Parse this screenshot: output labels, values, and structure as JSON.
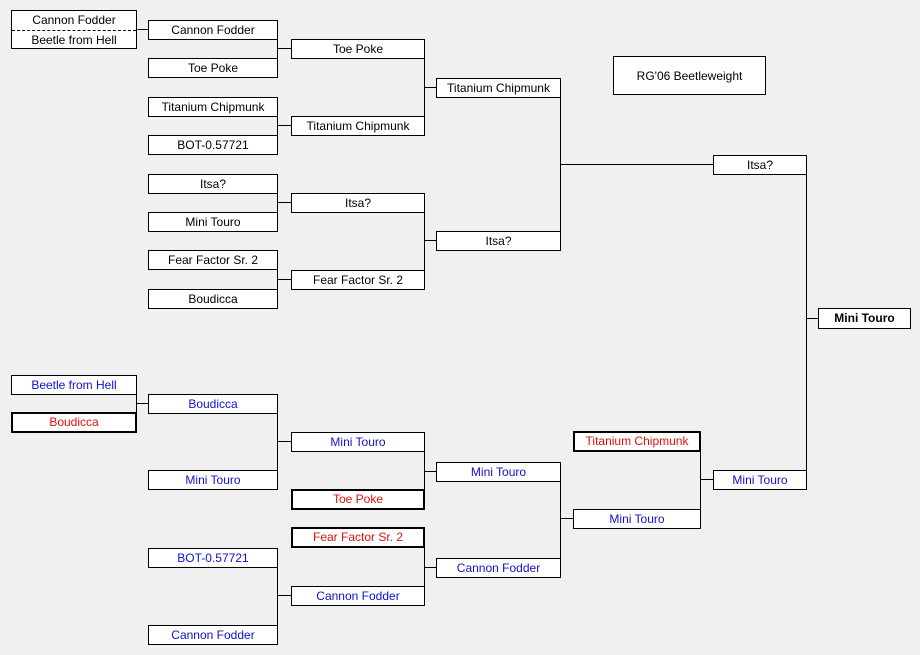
{
  "title": "RG'06 Beetleweight",
  "colors": {
    "blue": "#1010d0",
    "red": "#e01010",
    "black": "#000000"
  },
  "first_round_pair": {
    "top": "Cannon Fodder",
    "bottom": "Beetle from Hell"
  },
  "winners": {
    "r1": [
      "Cannon Fodder",
      "Toe Poke",
      "Titanium Chipmunk",
      "BOT-0.57721",
      "Itsa?",
      "Mini Touro",
      "Fear Factor Sr. 2",
      "Boudicca"
    ],
    "r2": [
      "Toe Poke",
      "Titanium Chipmunk",
      "Itsa?",
      "Fear Factor Sr. 2"
    ],
    "r3": [
      "Titanium Chipmunk",
      "Itsa?"
    ],
    "r4": "Itsa?"
  },
  "losers": {
    "r1_top": "Beetle from Hell",
    "r1_bottom": "Boudicca",
    "r2": [
      "Boudicca",
      "Mini Touro"
    ],
    "r3": "Mini Touro",
    "r3_drop": "Toe Poke",
    "fff_drop": "Fear Factor Sr. 2",
    "r4": [
      "BOT-0.57721",
      "Cannon Fodder"
    ],
    "r4_winner": "Cannon Fodder",
    "r5": "Cannon Fodder",
    "semi": "Mini Touro",
    "semi_drop": "Titanium Chipmunk",
    "final": "Mini Touro"
  },
  "champion": "Mini Touro"
}
